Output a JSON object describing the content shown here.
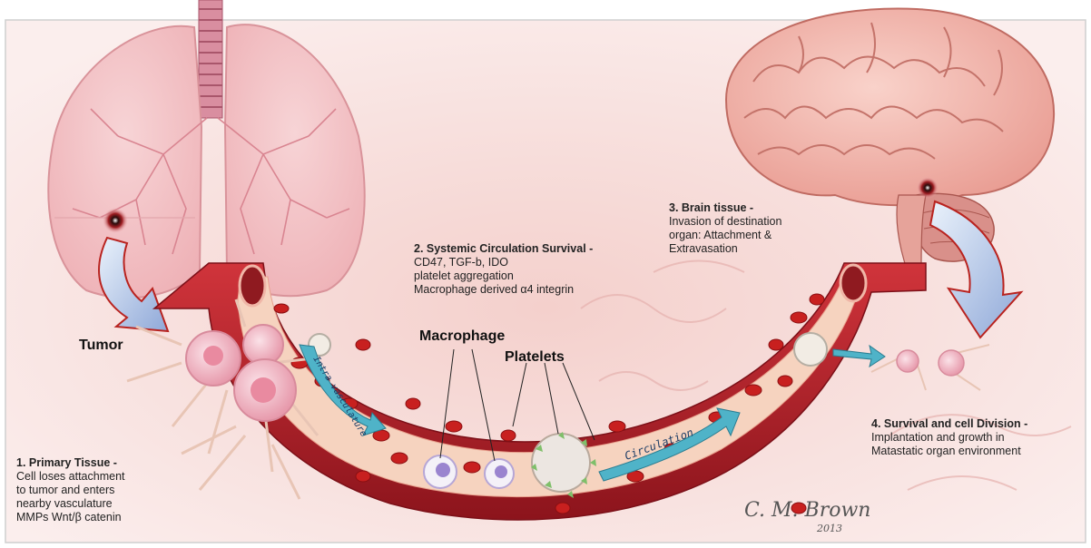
{
  "labels": {
    "tumor": "Tumor",
    "macrophage": "Macrophage",
    "platelets": "Platelets",
    "intra_vasculature": "Intra vasculature",
    "circulation": "Circulation"
  },
  "steps": [
    {
      "heading": "1. Primary Tissue -",
      "lines": [
        "Cell loses attachment",
        "to tumor and enters",
        "nearby vasculature",
        "MMPs Wnt/β catenin"
      ]
    },
    {
      "heading": "2. Systemic Circulation Survival -",
      "lines": [
        "CD47, TGF-b, IDO",
        "platelet aggregation",
        "Macrophage derived α4 integrin"
      ]
    },
    {
      "heading": "3. Brain tissue -",
      "lines": [
        "Invasion of destination",
        "organ: Attachment &",
        "Extravasation"
      ]
    },
    {
      "heading": "4. Survival and cell Division -",
      "lines": [
        "Implantation and growth in",
        "Matastatic organ environment"
      ]
    }
  ],
  "signature": {
    "name": "C. M. Brown",
    "year": "2013"
  },
  "colors": {
    "background": "#f7e4e2",
    "lung": "#f3c6c9",
    "brain": "#f1b9b2",
    "vessel_wall": "#b9232c",
    "vessel_lumen": "#f6d3bf",
    "red_cell": "#c8201f",
    "arrow": "#4fb3c8",
    "tumor_cell": "#f0b8c4"
  }
}
